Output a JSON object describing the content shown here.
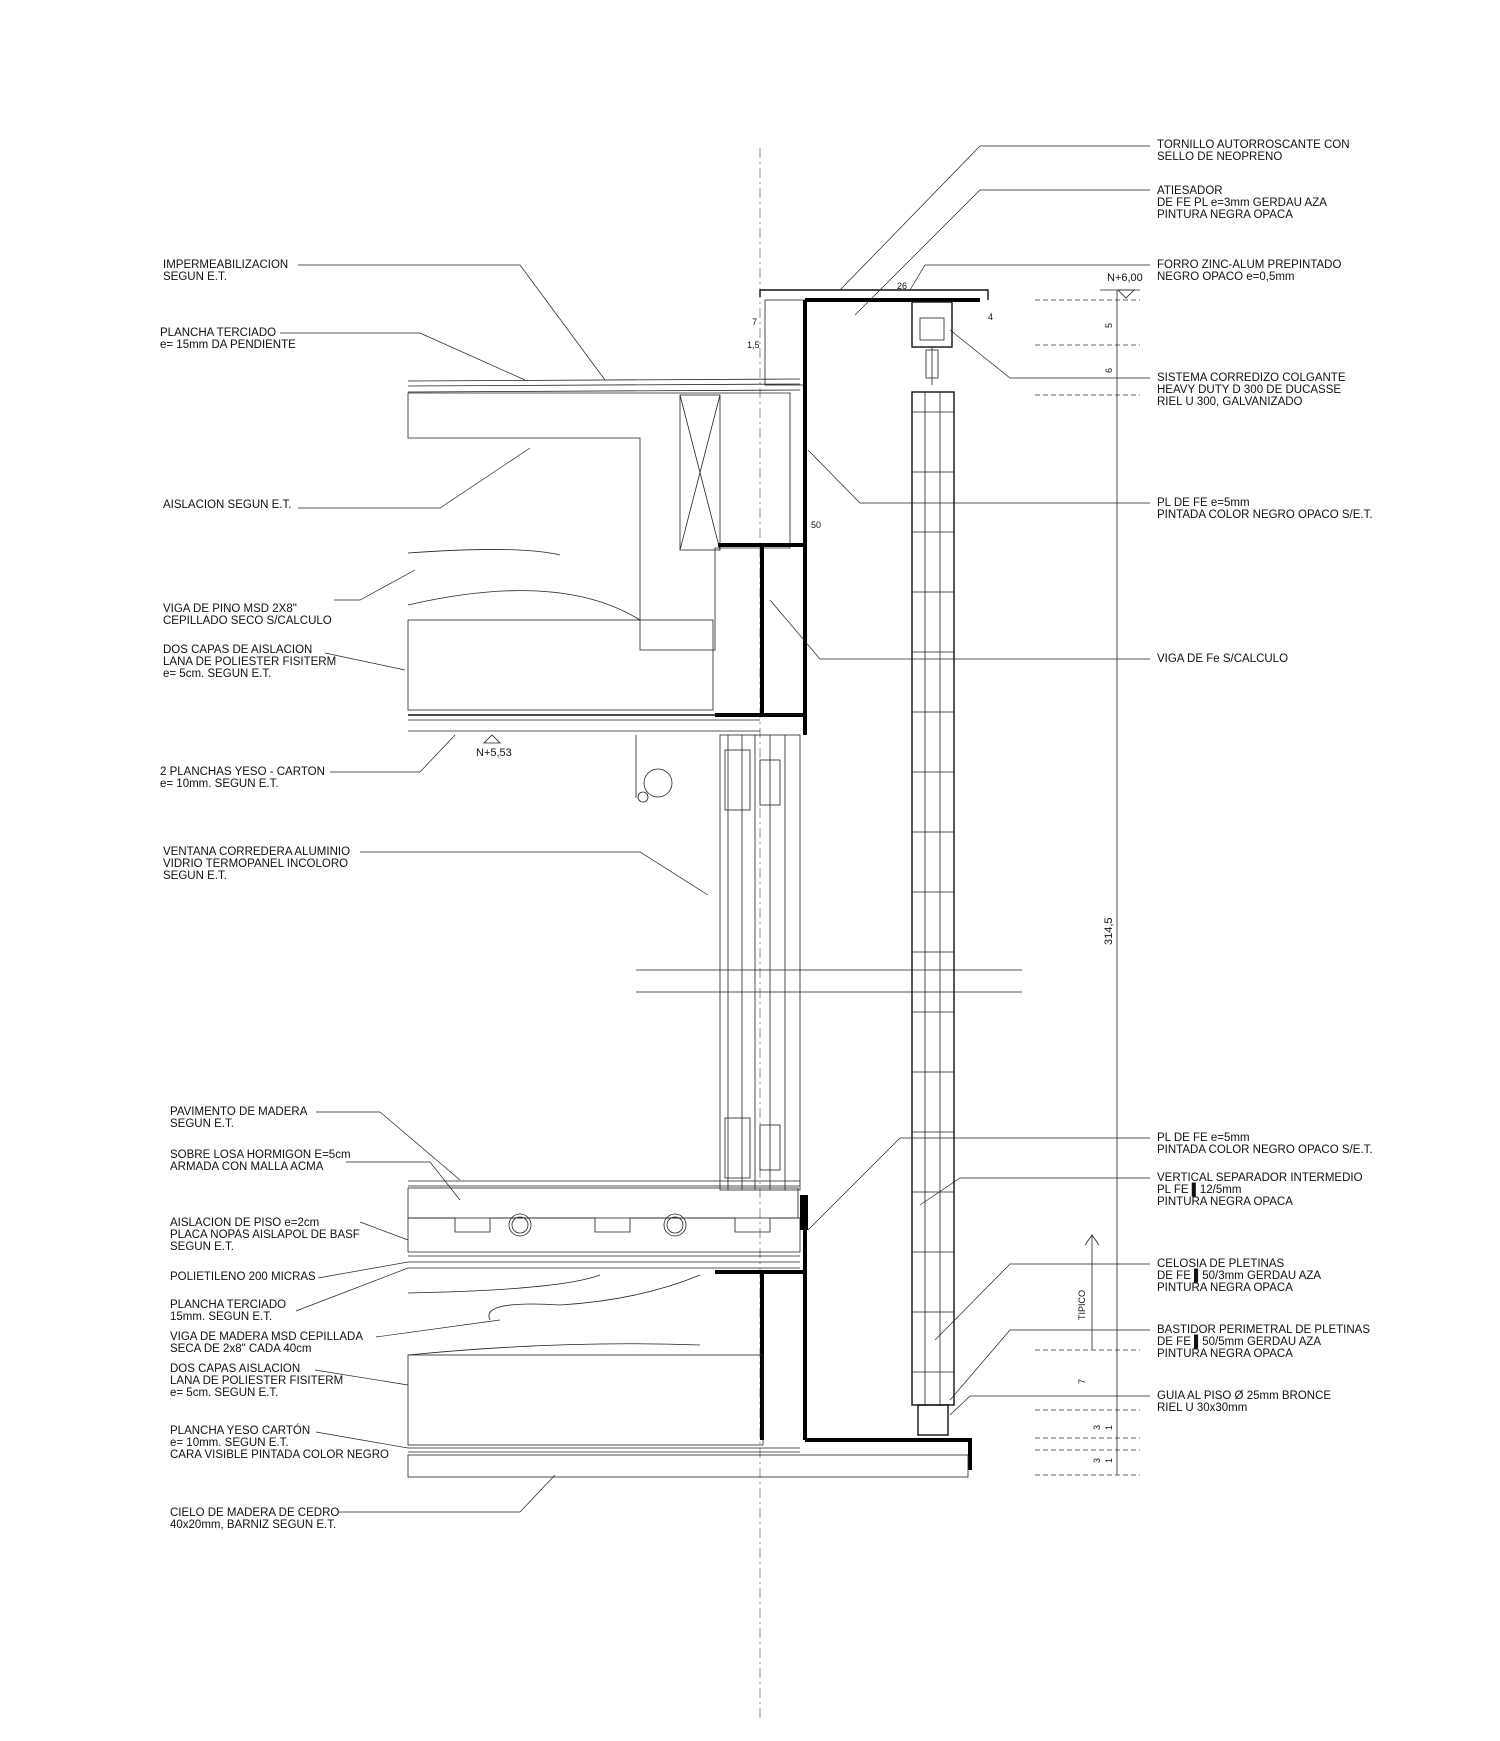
{
  "left_labels": [
    {
      "id": "impermeabilizacion",
      "lines": [
        "IMPERMEABILIZACION",
        "SEGUN E.T."
      ]
    },
    {
      "id": "plancha-terciado-top",
      "lines": [
        "PLANCHA TERCIADO",
        "e= 15mm DA PENDIENTE"
      ]
    },
    {
      "id": "aislacion",
      "lines": [
        "AISLACION  SEGUN E.T."
      ]
    },
    {
      "id": "viga-pino",
      "lines": [
        "VIGA DE PINO MSD  2X8\"",
        "CEPILLADO SECO S/CALCULO"
      ]
    },
    {
      "id": "dos-capas-top",
      "lines": [
        "DOS CAPAS DE AISLACION",
        "LANA DE POLIESTER FISITERM",
        "e= 5cm. SEGUN E.T."
      ]
    },
    {
      "id": "yeso-carton-top",
      "lines": [
        "2 PLANCHAS YESO - CARTON",
        "e= 10mm. SEGUN E.T."
      ]
    },
    {
      "id": "ventana",
      "lines": [
        "VENTANA CORREDERA ALUMINIO",
        "VIDRIO TERMOPANEL INCOLORO",
        "SEGUN E.T."
      ]
    },
    {
      "id": "pavimento",
      "lines": [
        "PAVIMENTO DE MADERA",
        "SEGUN E.T."
      ]
    },
    {
      "id": "losa",
      "lines": [
        "SOBRE LOSA HORMIGON E=5cm",
        "ARMADA CON MALLA ACMA"
      ]
    },
    {
      "id": "aislacion-piso",
      "lines": [
        "AISLACION DE PISO e=2cm",
        "PLACA NOPAS AISLAPOL DE BASF",
        "SEGUN E.T."
      ]
    },
    {
      "id": "polietileno",
      "lines": [
        "POLIETILENO 200 MICRAS"
      ]
    },
    {
      "id": "plancha-terciado-bottom",
      "lines": [
        "PLANCHA TERCIADO",
        "15mm. SEGUN E.T."
      ]
    },
    {
      "id": "viga-madera",
      "lines": [
        "VIGA DE MADERA MSD CEPILLADA",
        "SECA DE 2x8\" CADA 40cm"
      ]
    },
    {
      "id": "dos-capas-bottom",
      "lines": [
        "DOS CAPAS AISLACION",
        "LANA DE POLIESTER FISITERM",
        "e= 5cm. SEGUN E.T."
      ]
    },
    {
      "id": "yeso-carton-bottom",
      "lines": [
        "PLANCHA YESO CARTÓN",
        "e= 10mm. SEGUN E.T.",
        "CARA VISIBLE PINTADA COLOR NEGRO"
      ]
    },
    {
      "id": "cielo",
      "lines": [
        "CIELO DE MADERA DE CEDRO",
        "40x20mm, BARNIZ SEGUN E.T."
      ]
    }
  ],
  "right_labels": [
    {
      "id": "tornillo",
      "lines": [
        "TORNILLO AUTORROSCANTE CON",
        "SELLO DE NEOPRENO"
      ]
    },
    {
      "id": "atiesador",
      "lines": [
        "ATIESADOR",
        "DE FE  PL e=3mm GERDAU AZA",
        "PINTURA NEGRA OPACA"
      ]
    },
    {
      "id": "forro",
      "lines": [
        "FORRO ZINC-ALUM PREPINTADO",
        "NEGRO OPACO e=0,5mm"
      ]
    },
    {
      "id": "sistema-corredizo",
      "lines": [
        "SISTEMA CORREDIZO COLGANTE",
        "HEAVY DUTY D 300 DE DUCASSE",
        "RIEL U 300, GALVANIZADO"
      ]
    },
    {
      "id": "pl-fe-top",
      "lines": [
        "PL DE FE e=5mm",
        "PINTADA COLOR NEGRO OPACO S/E.T."
      ]
    },
    {
      "id": "viga-fe",
      "lines": [
        "VIGA DE Fe S/CALCULO"
      ]
    },
    {
      "id": "pl-fe-bottom",
      "lines": [
        "PL DE FE e=5mm",
        "PINTADA COLOR NEGRO OPACO S/E.T."
      ]
    },
    {
      "id": "vertical-separador",
      "lines": [
        "VERTICAL SEPARADOR INTERMEDIO",
        "PL FE ▌12/5mm",
        "PINTURA NEGRA OPACA"
      ]
    },
    {
      "id": "celosia",
      "lines": [
        "CELOSIA DE PLETINAS",
        "DE FE ▌50/3mm GERDAU AZA",
        "PINTURA NEGRA OPACA"
      ]
    },
    {
      "id": "bastidor",
      "lines": [
        "BASTIDOR PERIMETRAL DE PLETINAS",
        "DE FE ▌50/5mm GERDAU AZA",
        "PINTURA NEGRA OPACA"
      ]
    },
    {
      "id": "guia",
      "lines": [
        "GUIA AL PISO Ø 25mm BRONCE",
        "RIEL U 30x30mm"
      ]
    }
  ],
  "levels": {
    "top": "N+6,00",
    "bottom": "N+5,53"
  },
  "dimensions": {
    "height": "314,5",
    "typical": "TIPICO",
    "top_a": "5",
    "top_b": "6",
    "bottom_7": "7",
    "bottom_1": "1",
    "bottom_3a": "3",
    "bottom_3b": "3",
    "bottom_1b": "1",
    "detail_26": "26",
    "detail_7": "7",
    "detail_1_5": "1,5",
    "detail_4": "4",
    "detail_50": "50"
  }
}
